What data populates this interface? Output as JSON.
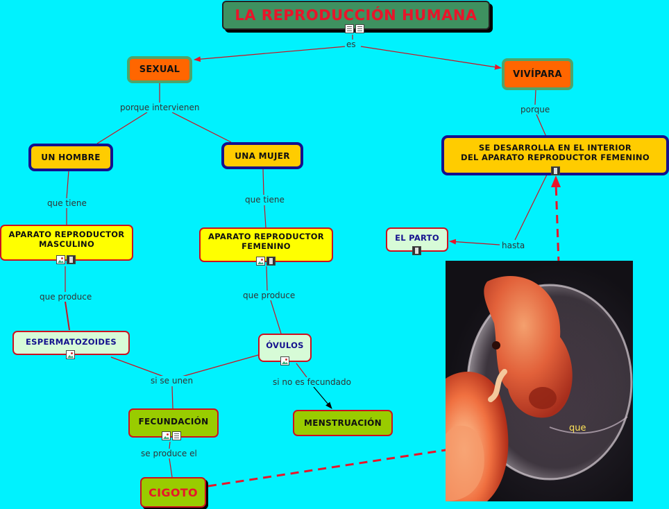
{
  "title": "LA REPRODUCCIÓN HUMANA",
  "nodes": {
    "sexual": "SEXUAL",
    "vivipara": "VIVÍPARA",
    "hombre": "UN HOMBRE",
    "mujer": "UNA MUJER",
    "interior": "SE DESARROLLA EN EL INTERIOR\nDEL APARATO REPRODUCTOR FEMENINO",
    "masculino": "APARATO REPRODUCTOR\nMASCULINO",
    "femenino": "APARATO REPRODUCTOR\nFEMENINO",
    "parto": "EL PARTO",
    "espermatozoides": "ESPERMATOZOIDES",
    "ovulos": "ÓVULOS",
    "fecundacion": "FECUNDACIÓN",
    "menstruacion": "MENSTRUACIÓN",
    "cigoto": "CIGOTO"
  },
  "links": {
    "es": "es",
    "porque_intervienen": "porque intervienen",
    "porque": "porque",
    "que_tiene_1": "que tiene",
    "que_tiene_2": "que tiene",
    "hasta": "hasta",
    "que_produce_1": "que produce",
    "que_produce_2": "que produce",
    "si_se_unen": "si se unen",
    "si_no_es_fecundado": "si no es fecundado",
    "se_produce_el": "se produce el",
    "que": "que"
  },
  "colors": {
    "background": "#00f2fe",
    "title_bg": "#3e9160",
    "title_text": "#e8152a",
    "orange": "#ff6600",
    "orange_border": "#4ca56c",
    "gold": "#ffcc00",
    "navy_border": "#14108e",
    "yellow": "#ffff00",
    "mint": "#d7fbd7",
    "lime": "#99cc00",
    "link_red": "#cc1020",
    "dashed_red": "#e8152a"
  }
}
